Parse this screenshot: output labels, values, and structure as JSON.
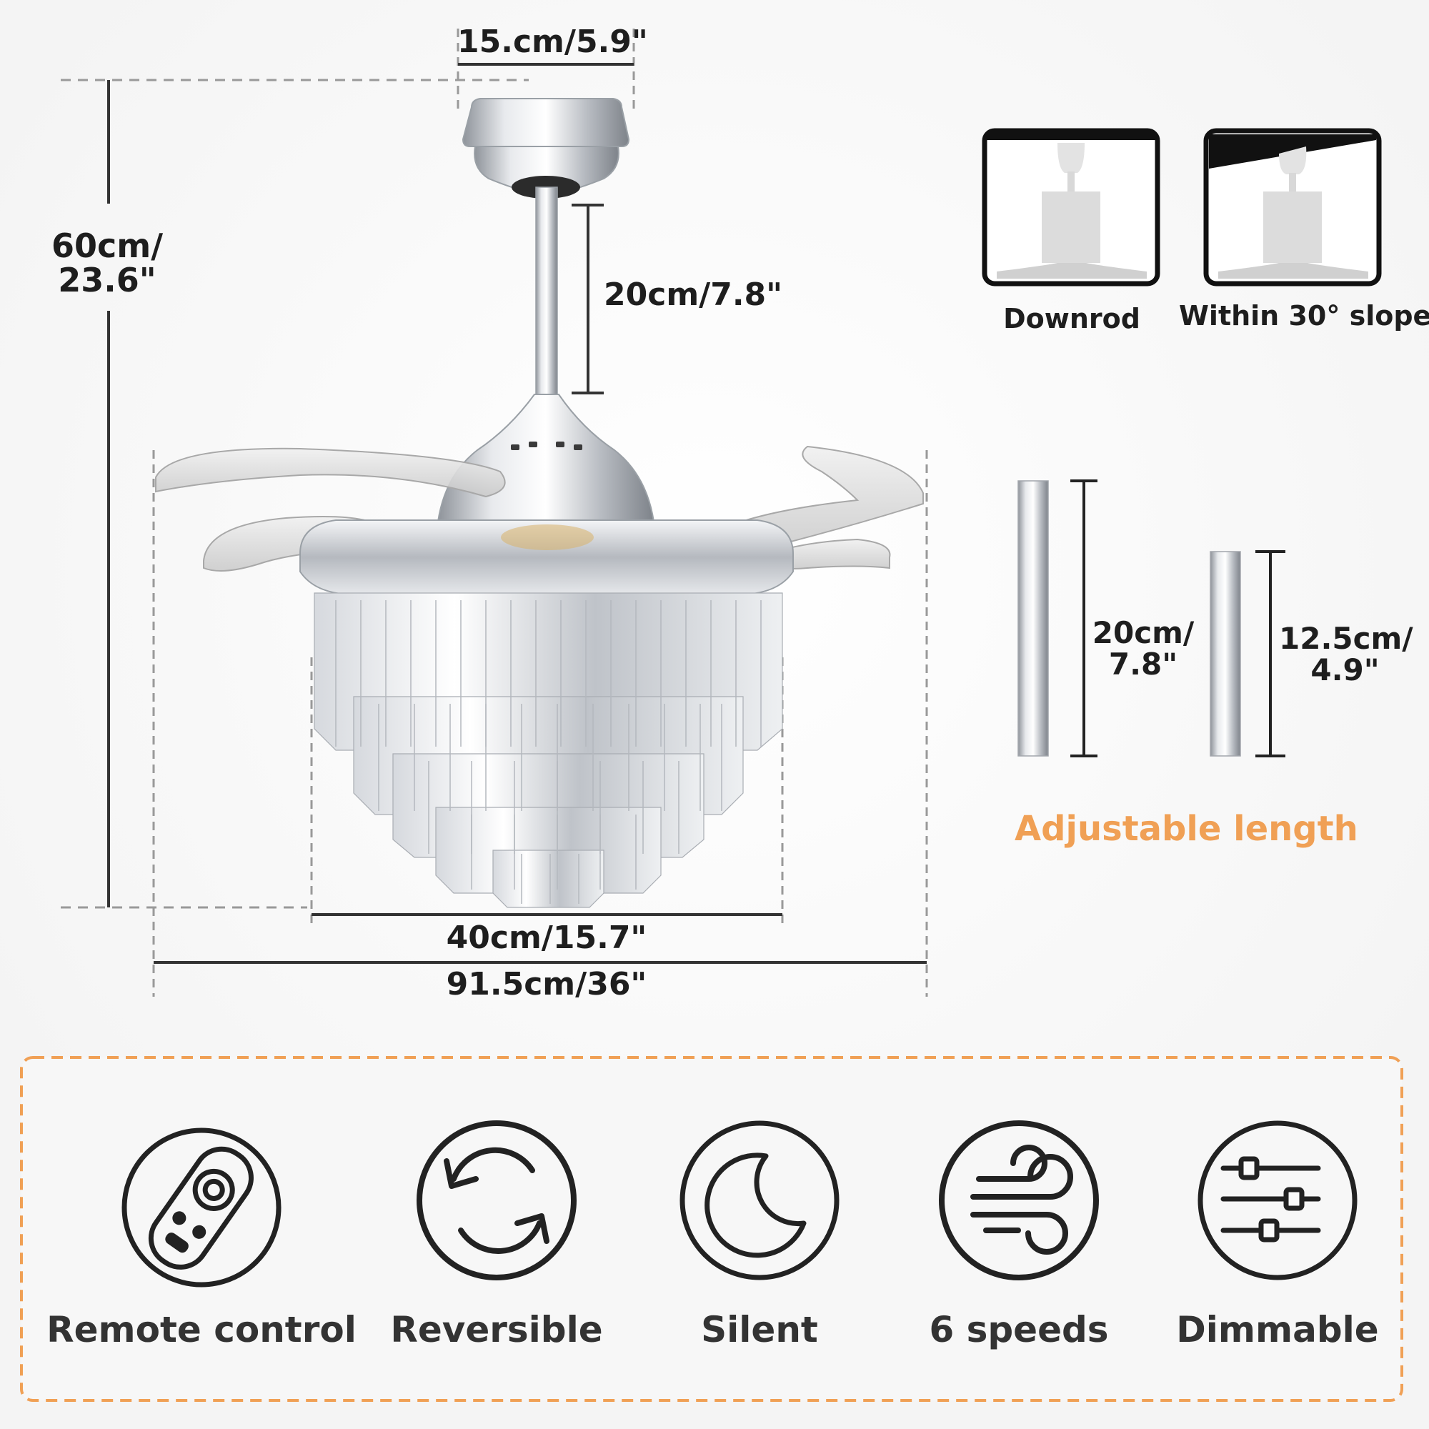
{
  "dimensions": {
    "canopy_width": "15.cm/5.9\"",
    "total_height_line1": "60cm/",
    "total_height_line2": "23.6\"",
    "downrod_length": "20cm/7.8\"",
    "light_width": "40cm/15.7\"",
    "blade_span": "91.5cm/36\""
  },
  "mounting": {
    "options": [
      {
        "label": "Downrod",
        "icon": "flat-ceiling-mount-icon"
      },
      {
        "label": "Within 30° slope",
        "icon": "sloped-ceiling-mount-icon"
      }
    ]
  },
  "downrods": {
    "rods": [
      {
        "line1": "20cm/",
        "line2": "7.8\""
      },
      {
        "line1": "12.5cm/",
        "line2": "4.9\""
      }
    ],
    "caption": "Adjustable length"
  },
  "features": [
    {
      "label": "Remote control",
      "icon": "remote-control-icon"
    },
    {
      "label": "Reversible",
      "icon": "reverse-rotation-icon"
    },
    {
      "label": "Silent",
      "icon": "crescent-moon-icon"
    },
    {
      "label": "6 speeds",
      "icon": "wind-speed-icon"
    },
    {
      "label": "Dimmable",
      "icon": "dimmer-sliders-icon"
    }
  ],
  "colors": {
    "accent": "#f0a055",
    "dashed_border": "#f0a055",
    "text": "#1e1e1e",
    "chrome": "#c4c7cc"
  }
}
